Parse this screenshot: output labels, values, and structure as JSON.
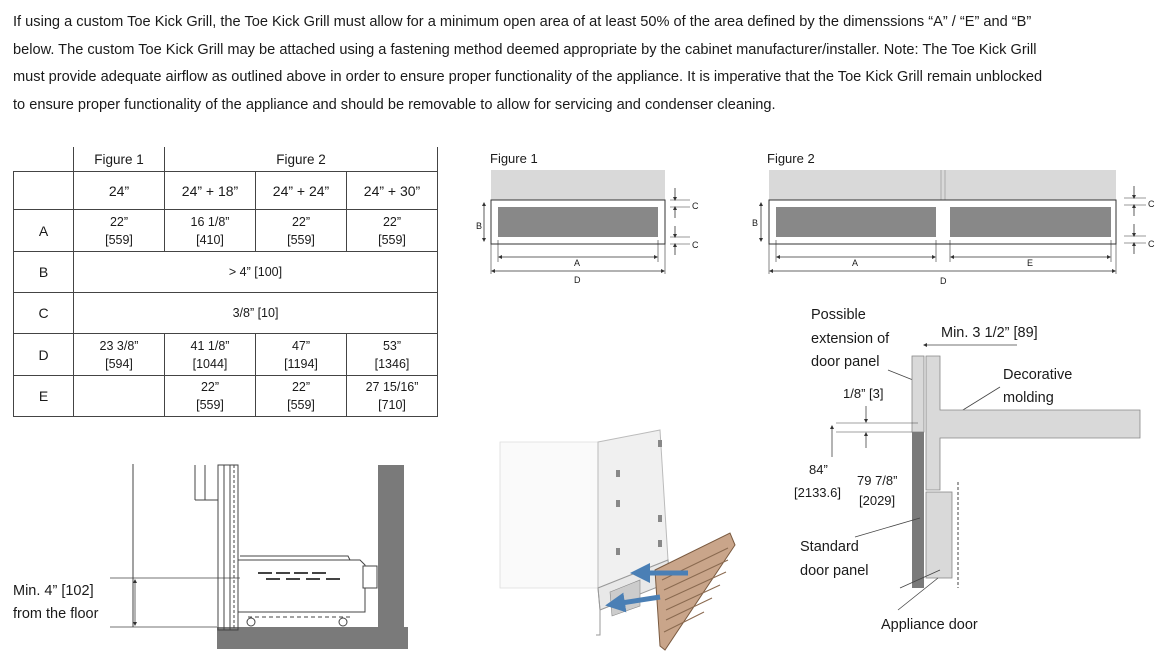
{
  "paragraph": {
    "lines": [
      "If using a custom Toe Kick Grill, the Toe Kick Grill must allow for a minimum open area of at least 50% of the area defined by the dimenssions “A” / “E” and “B”",
      "below.  The custom Toe Kick Grill may be attached using a fastening method deemed appropriate by the cabinet manufacturer/installer.  Note: The Toe Kick Grill",
      "must provide adequate airflow as outlined above in order to ensure proper functionality of the appliance.  It is imperative that the Toe Kick Grill remain unblocked",
      "to ensure proper functionality of the appliance and should be removable to allow for servicing and condenser cleaning."
    ]
  },
  "table": {
    "fig1_label": "Figure 1",
    "fig2_label": "Figure 2",
    "headers": [
      "24”",
      "24” + 18”",
      "24” + 24”",
      "24” + 30”"
    ],
    "rows": {
      "A": {
        "label": "A",
        "c1": "22”",
        "c1m": "[559]",
        "c2": "16 1/8”",
        "c2m": "[410]",
        "c3": "22”",
        "c3m": "[559]",
        "c4": "22”",
        "c4m": "[559]"
      },
      "B": {
        "label": "B",
        "span": "> 4” [100]"
      },
      "C": {
        "label": "C",
        "span": "3/8” [10]"
      },
      "D": {
        "label": "D",
        "c1": "23 3/8”",
        "c1m": "[594]",
        "c2": "41 1/8”",
        "c2m": "[1044]",
        "c3": "47”",
        "c3m": "[1194]",
        "c4": "53”",
        "c4m": "[1346]"
      },
      "E": {
        "label": "E",
        "c2": "22”",
        "c2m": "[559]",
        "c3": "22”",
        "c3m": "[559]",
        "c4": "27 15/16”",
        "c4m": "[710]"
      }
    }
  },
  "figure1": {
    "title": "Figure 1",
    "labels": {
      "b": "B",
      "c_top": "C",
      "c_bottom": "C",
      "a": "A",
      "d": "D"
    }
  },
  "figure2": {
    "title": "Figure 2",
    "labels": {
      "b": "B",
      "c_top": "C",
      "c_bottom": "C",
      "a": "A",
      "e": "E",
      "d": "D"
    }
  },
  "side_view": {
    "min_line1": "Min. 4” [102]",
    "min_line2": "from the floor"
  },
  "door_section": {
    "possible_1": "Possible",
    "possible_2": "extension of",
    "possible_3": "door panel",
    "min_gap": "Min. 3 1/2” [89]",
    "decorative_1": "Decorative",
    "decorative_2": "molding",
    "eighth": "1/8” [3]",
    "h84": "84”",
    "h84m": "[2133.6]",
    "h79": "79 7/8”",
    "h79m": "[2029]",
    "standard_1": "Standard",
    "standard_2": "door panel",
    "appliance_door": "Appliance door"
  },
  "colors": {
    "grill_dark": "#888888",
    "panel_light": "#d9d9d9",
    "floor": "#7a7a7a",
    "grill_wood": "#c9a58a",
    "airflow": "#4a7fb5"
  }
}
